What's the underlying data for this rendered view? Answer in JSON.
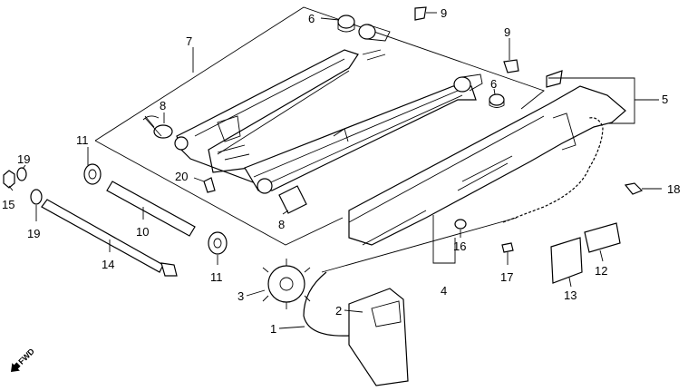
{
  "callouts": [
    {
      "id": "c6a",
      "text": "6"
    },
    {
      "id": "c9a",
      "text": "9"
    },
    {
      "id": "c7",
      "text": "7"
    },
    {
      "id": "c9b",
      "text": "9"
    },
    {
      "id": "c5",
      "text": "5"
    },
    {
      "id": "c6b",
      "text": "6"
    },
    {
      "id": "c8a",
      "text": "8"
    },
    {
      "id": "c11a",
      "text": "11"
    },
    {
      "id": "c19a",
      "text": "19"
    },
    {
      "id": "c20",
      "text": "20"
    },
    {
      "id": "c15",
      "text": "15"
    },
    {
      "id": "c19b",
      "text": "19"
    },
    {
      "id": "c10",
      "text": "10"
    },
    {
      "id": "c18",
      "text": "18"
    },
    {
      "id": "c16",
      "text": "16"
    },
    {
      "id": "c8b",
      "text": "8"
    },
    {
      "id": "c14",
      "text": "14"
    },
    {
      "id": "c11b",
      "text": "11"
    },
    {
      "id": "c12",
      "text": "12"
    },
    {
      "id": "c17",
      "text": "17"
    },
    {
      "id": "c4",
      "text": "4"
    },
    {
      "id": "c13",
      "text": "13"
    },
    {
      "id": "c3",
      "text": "3"
    },
    {
      "id": "c2",
      "text": "2"
    },
    {
      "id": "c1",
      "text": "1"
    }
  ],
  "direction_indicator": {
    "text": "FWD"
  }
}
